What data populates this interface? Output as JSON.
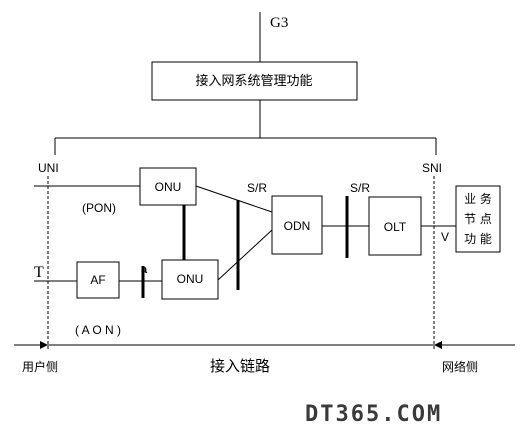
{
  "header": {
    "g3_label": "G3",
    "mgmt_box_label": "接入网系统管理功能"
  },
  "interfaces": {
    "uni": "UNI",
    "sni": "SNI",
    "sr_left": "S/R",
    "sr_right": "S/R",
    "v": "V",
    "t": "T",
    "a": "a"
  },
  "nodes": {
    "onu_top": "ONU",
    "onu_bottom": "ONU",
    "af": "AF",
    "odn": "ODN",
    "olt": "OLT",
    "service_node_lines": [
      "业 务",
      "节 点",
      "功 能"
    ]
  },
  "labels": {
    "pon": "(PON)",
    "aon": "( A O N )",
    "user_side": "用户侧",
    "access_link": "接入链路",
    "network_side": "网络侧"
  },
  "watermark": "DT365.COM"
}
